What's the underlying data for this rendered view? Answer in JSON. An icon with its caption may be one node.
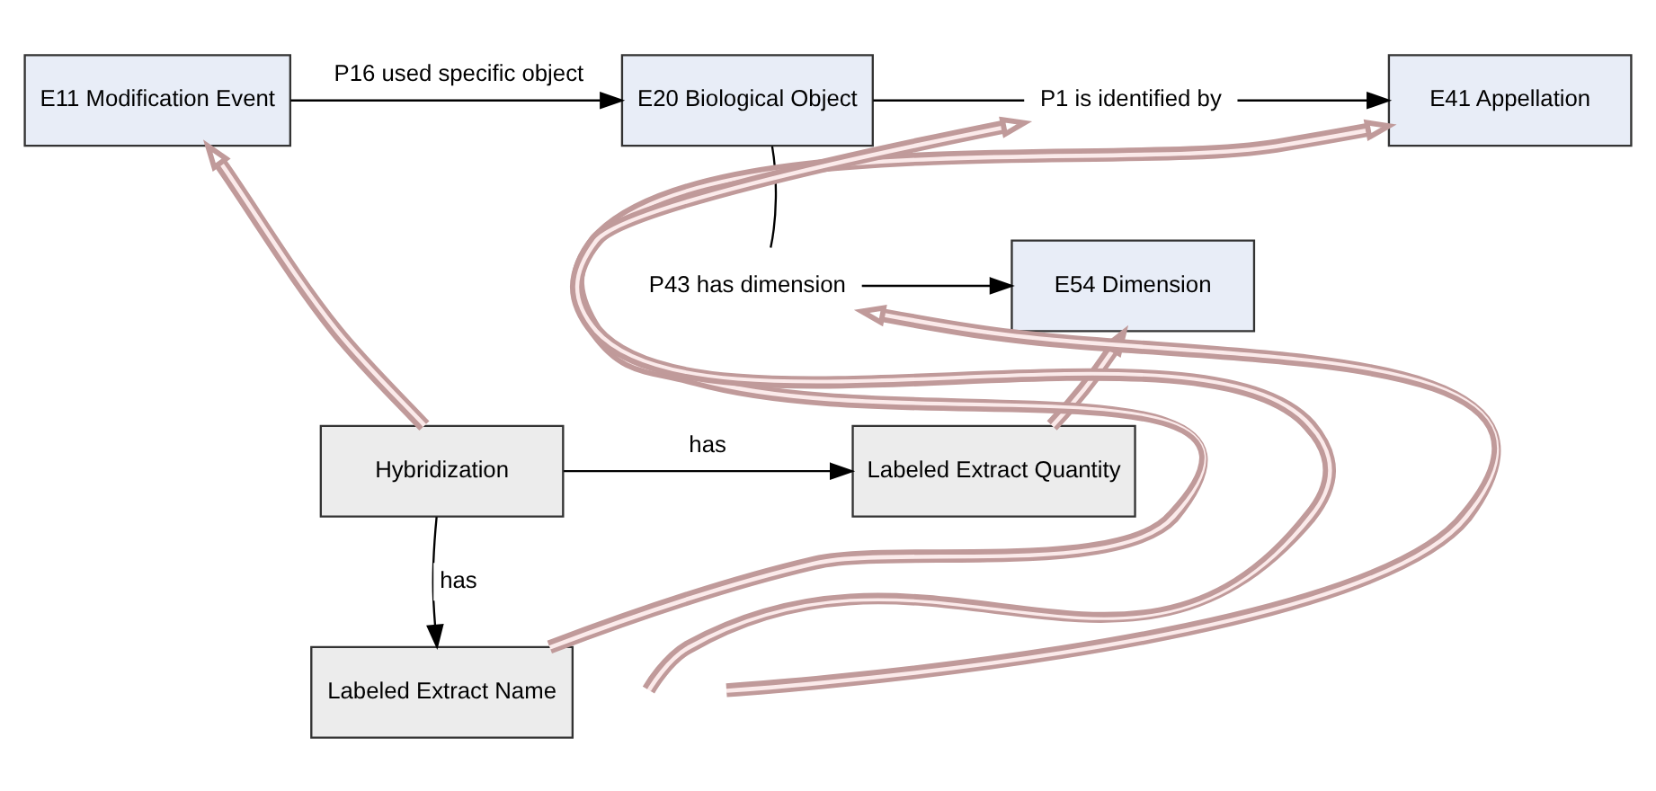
{
  "diagram": {
    "nodes": [
      {
        "text": [
          "E11 Modification Event"
        ]
      },
      {
        "text": [
          "E20 Biological Object"
        ]
      },
      {
        "text": [
          "P1 is identified by"
        ]
      },
      {
        "text": [
          "E41 Appellation"
        ]
      },
      {
        "text": [
          "P43 has dimension"
        ]
      },
      {
        "text": [
          "E54 Dimension"
        ]
      },
      {
        "text": [
          "Hybridization"
        ]
      },
      {
        "text": [
          "Labeled Extract Quantity"
        ]
      },
      {
        "text": [
          "Labeled Extract Name"
        ]
      }
    ],
    "edges": [
      {
        "from": 0,
        "to": 1,
        "arrow": "to",
        "label": "P16 used specific object"
      },
      {
        "from": 1,
        "to": 2,
        "arrow": "none"
      },
      {
        "from": 2,
        "to": 3,
        "arrow": "to"
      },
      {
        "from": 1,
        "to": 4,
        "arrow": "none"
      },
      {
        "from": 4,
        "to": 5,
        "arrow": "to"
      },
      {
        "from": 6,
        "to": 0,
        "arrow": "to",
        "style": "thick",
        "color": "#c09a9a"
      },
      {
        "from": 6,
        "to": 7,
        "arrow": "to",
        "label": "has"
      },
      {
        "from": 6,
        "to": 8,
        "arrow": "to",
        "label": "has"
      },
      {
        "from": null,
        "to": 4,
        "arrow": "to",
        "style": "thick",
        "color": "#c09a9a"
      },
      {
        "from": null,
        "to": 2,
        "arrow": "to",
        "style": "thick",
        "color": "#c09a9a"
      },
      {
        "from": 7,
        "to": 5,
        "arrow": "to",
        "style": "thick",
        "color": "#c09a9a"
      },
      {
        "from": 8,
        "to": 3,
        "arrow": "to",
        "style": "thick",
        "color": "#c09a9a"
      }
    ]
  }
}
